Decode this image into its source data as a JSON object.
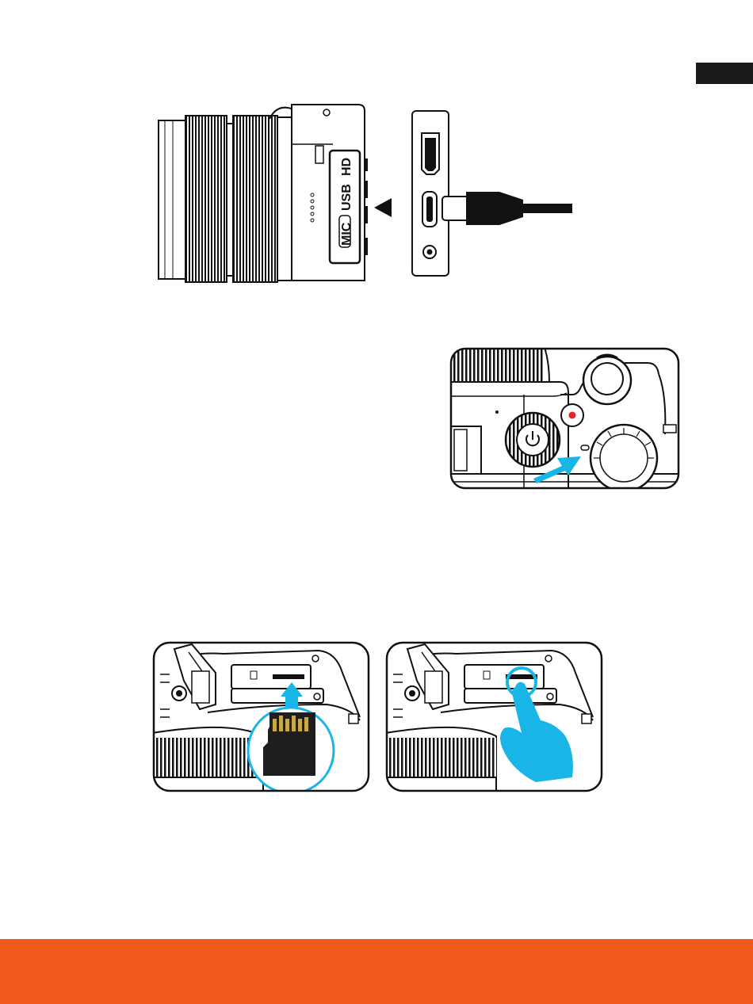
{
  "colors": {
    "accent": "#f15a1d",
    "cyan": "#19b5e6",
    "ink": "#111111",
    "tab": "#1a1a1a"
  },
  "port_panel": {
    "labels": [
      "MIC",
      "USB",
      "HD"
    ]
  },
  "icons": [
    "power-icon",
    "arrow-icon",
    "hand-pointer-icon",
    "sd-card-icon"
  ]
}
